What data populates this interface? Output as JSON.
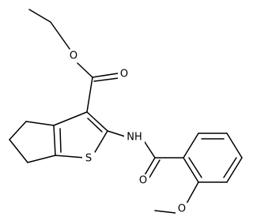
{
  "structure": {
    "atoms": {
      "ester_ether_o": "O",
      "carbonyl_o_ester": "O",
      "thiophene_s": "S",
      "amide_nh": "NH",
      "amide_o": "O",
      "methoxy_o": "O"
    }
  },
  "colors": {
    "bond": "#000000",
    "atom_text": "#000000",
    "background": "#ffffff"
  }
}
